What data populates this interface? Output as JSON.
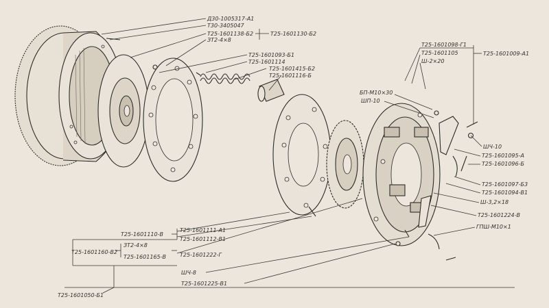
{
  "labels": {
    "d30": "Д30-1005317-А1",
    "t30": "Т30-3405047",
    "t25_1138": "Т25-1601138-Б2",
    "t25_1130": "Т25-1601130-Б2",
    "zt2_top": "ЗТ2-4×8",
    "t25_1093": "Т25-1601093-Б1",
    "t25_1114": "Т25-1601114",
    "t25_1415": "Т25-1601415-Б2",
    "t25_1116": "Т25-1601116-Б",
    "t25_1098": "Т25-1601098-Г1",
    "t25_1105": "Т25-1601105",
    "sh_2x20": "Ш-2×20",
    "t25_1009": "Т25-1601009-А1",
    "bp_m10": "БП-М10×30",
    "shp_10": "ШП-10",
    "sh4_10": "ШЧ-10",
    "t25_1095": "Т25-1601095-А",
    "t25_1096": "Т25-1601096-Б",
    "t25_1097": "Т25-1601097-Б3",
    "t25_1094": "Т25-1601094-В1",
    "sh_32x18": "Ш-3,2×18",
    "t25_1224": "Т25-1601224-В",
    "gpsh_m10": "ГПШ-М10×1",
    "t25_1110": "Т25-1601110-В",
    "t25_1111": "Т25-1601111-А1",
    "t25_1112": "Т25-1601112-В1",
    "zt2_bot": "ЗТ2-4×8",
    "t25_1160": "Т25-1601160-В2",
    "t25_1165": "Т25-1601165-В",
    "t25_1222": "Т25-1601222-Г",
    "sh4_8": "ШЧ-8",
    "t25_1225": "Т25-1601225-В1",
    "t25_1050": "Т25-1601050-Б1"
  },
  "colors": {
    "paper": "#ece6dc",
    "ink": "#2c2a27"
  }
}
